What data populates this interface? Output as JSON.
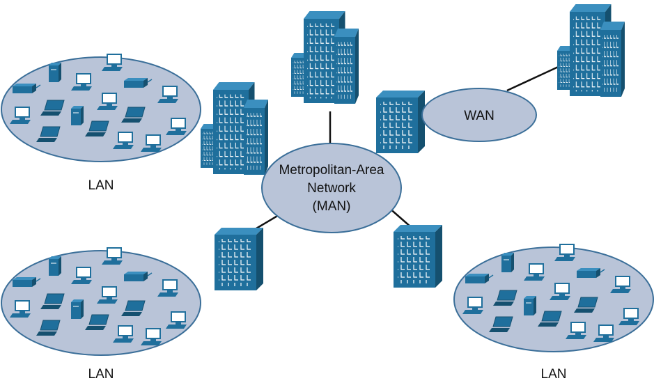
{
  "man": {
    "line1": "Metropolitan-Area",
    "line2": "Network",
    "line3": "(MAN)"
  },
  "wan": {
    "label": "WAN"
  },
  "lans": [
    {
      "label": "LAN"
    },
    {
      "label": "LAN"
    },
    {
      "label": "LAN"
    }
  ],
  "colors": {
    "building": "#1f6f9c",
    "building_dark": "#15506f",
    "building_light": "#3b8fbf",
    "ellipse_fill": "#b9c4d8",
    "ellipse_stroke": "#3b6f99",
    "device": "#1f6f9c",
    "line": "#111111"
  }
}
